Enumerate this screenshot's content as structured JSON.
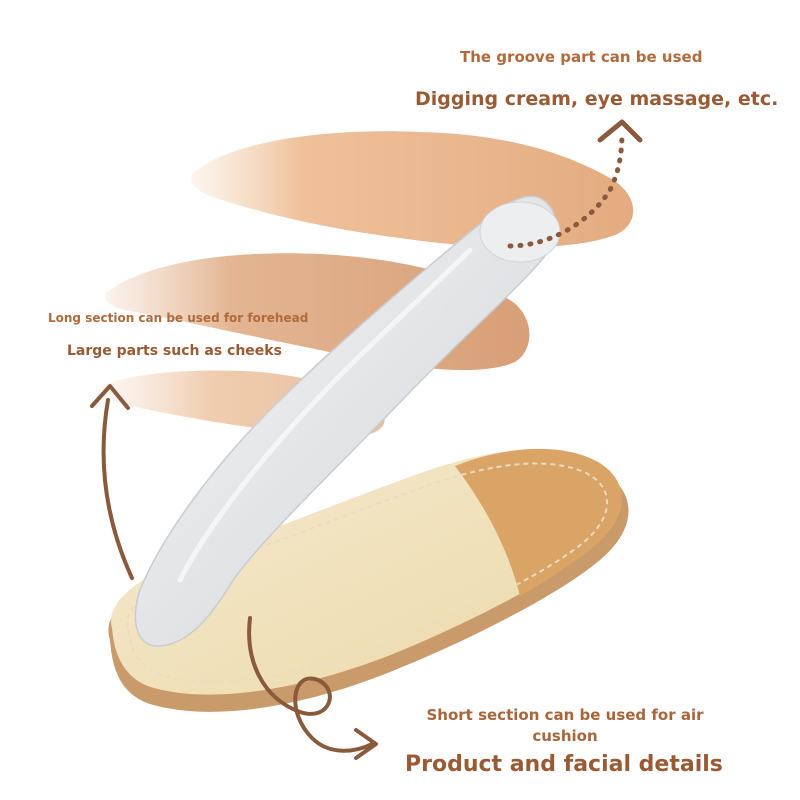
{
  "annotations": {
    "groove_title": "The groove part can be used",
    "groove_uses": "Digging cream, eye massage, etc.",
    "long_title": "Long section can be used for forehead",
    "long_uses": "Large parts such as cheeks",
    "short_title": "Short section can be used for air cushion",
    "product_details": "Product and facial details"
  },
  "colors": {
    "annotation_text": "#9a5a34",
    "arrow": "#8a5a3c",
    "swatch_light": "#f2c9a4",
    "swatch_mid": "#e9b48a",
    "swatch_dark": "#d69a70",
    "pouch_cream": "#f3e6bd",
    "pouch_tan": "#d9a466",
    "spatula_steel": "#e6e8ea"
  }
}
